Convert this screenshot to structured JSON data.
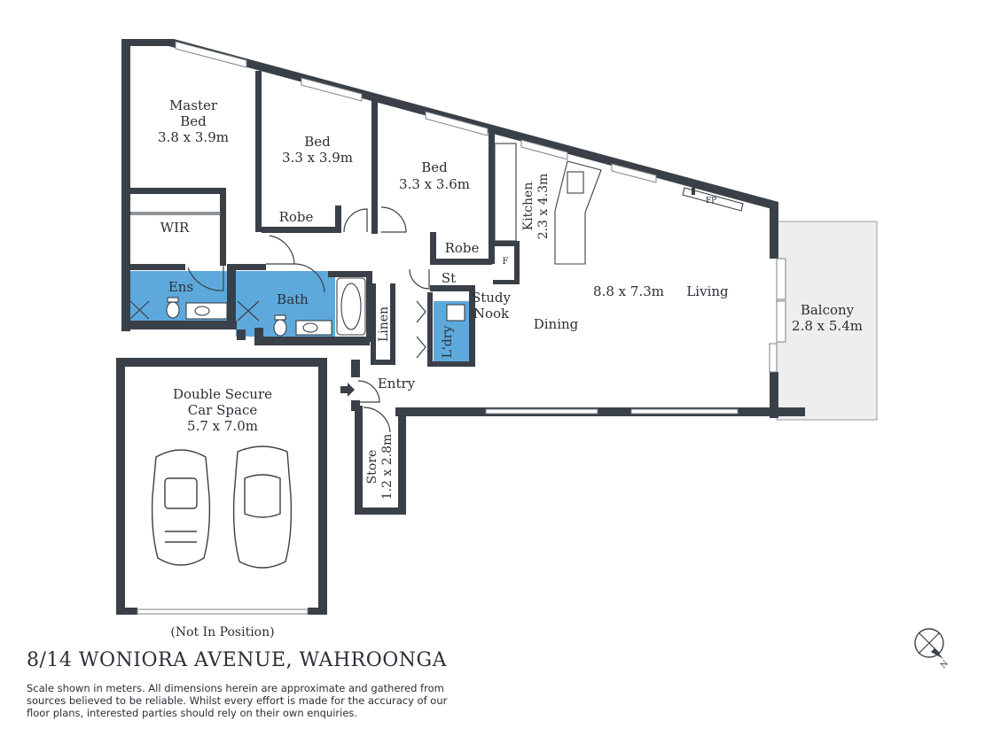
{
  "rooms": {
    "master_bed": {
      "name_line1": "Master",
      "name_line2": "Bed",
      "size": "3.8 x 3.9m"
    },
    "bed2": {
      "name": "Bed",
      "size": "3.3 x 3.9m"
    },
    "bed3": {
      "name": "Bed",
      "size": "3.3 x 3.6m"
    },
    "wir": "WIR",
    "robe1": "Robe",
    "robe2": "Robe",
    "ens": "Ens",
    "bath": "Bath",
    "st": "St",
    "study_nook_line1": "Study",
    "study_nook_line2": "Nook",
    "laundry": "L'dry",
    "linen": "Linen",
    "entry": "Entry",
    "kitchen": {
      "name": "Kitchen",
      "size": "2.3 x 4.3m"
    },
    "fridge": "F",
    "fireplace": "FP",
    "living": "Living",
    "dining": "Dining",
    "living_dining_size": "8.8 x 7.3m",
    "balcony": {
      "name": "Balcony",
      "size": "2.8 x 5.4m"
    },
    "store": {
      "name": "Store",
      "size": "1.2 x 2.8m"
    },
    "garage": {
      "line1": "Double Secure",
      "line2": "Car Space",
      "size": "5.7 x 7.0m",
      "note": "(Not In Position)"
    }
  },
  "compass": {
    "label": "N"
  },
  "address": "8/14 WONIORA AVENUE, WAHROONGA",
  "disclaimer": "Scale shown in meters. All dimensions herein are approximate and gathered from sources believed to be  reliable. Whilst every effort is made for the accuracy of our floor plans, interested parties should rely on their own enquiries.",
  "colors": {
    "wall": "#3a4048",
    "wet_area": "#5ea9dc",
    "balcony": "#eeeeee"
  }
}
